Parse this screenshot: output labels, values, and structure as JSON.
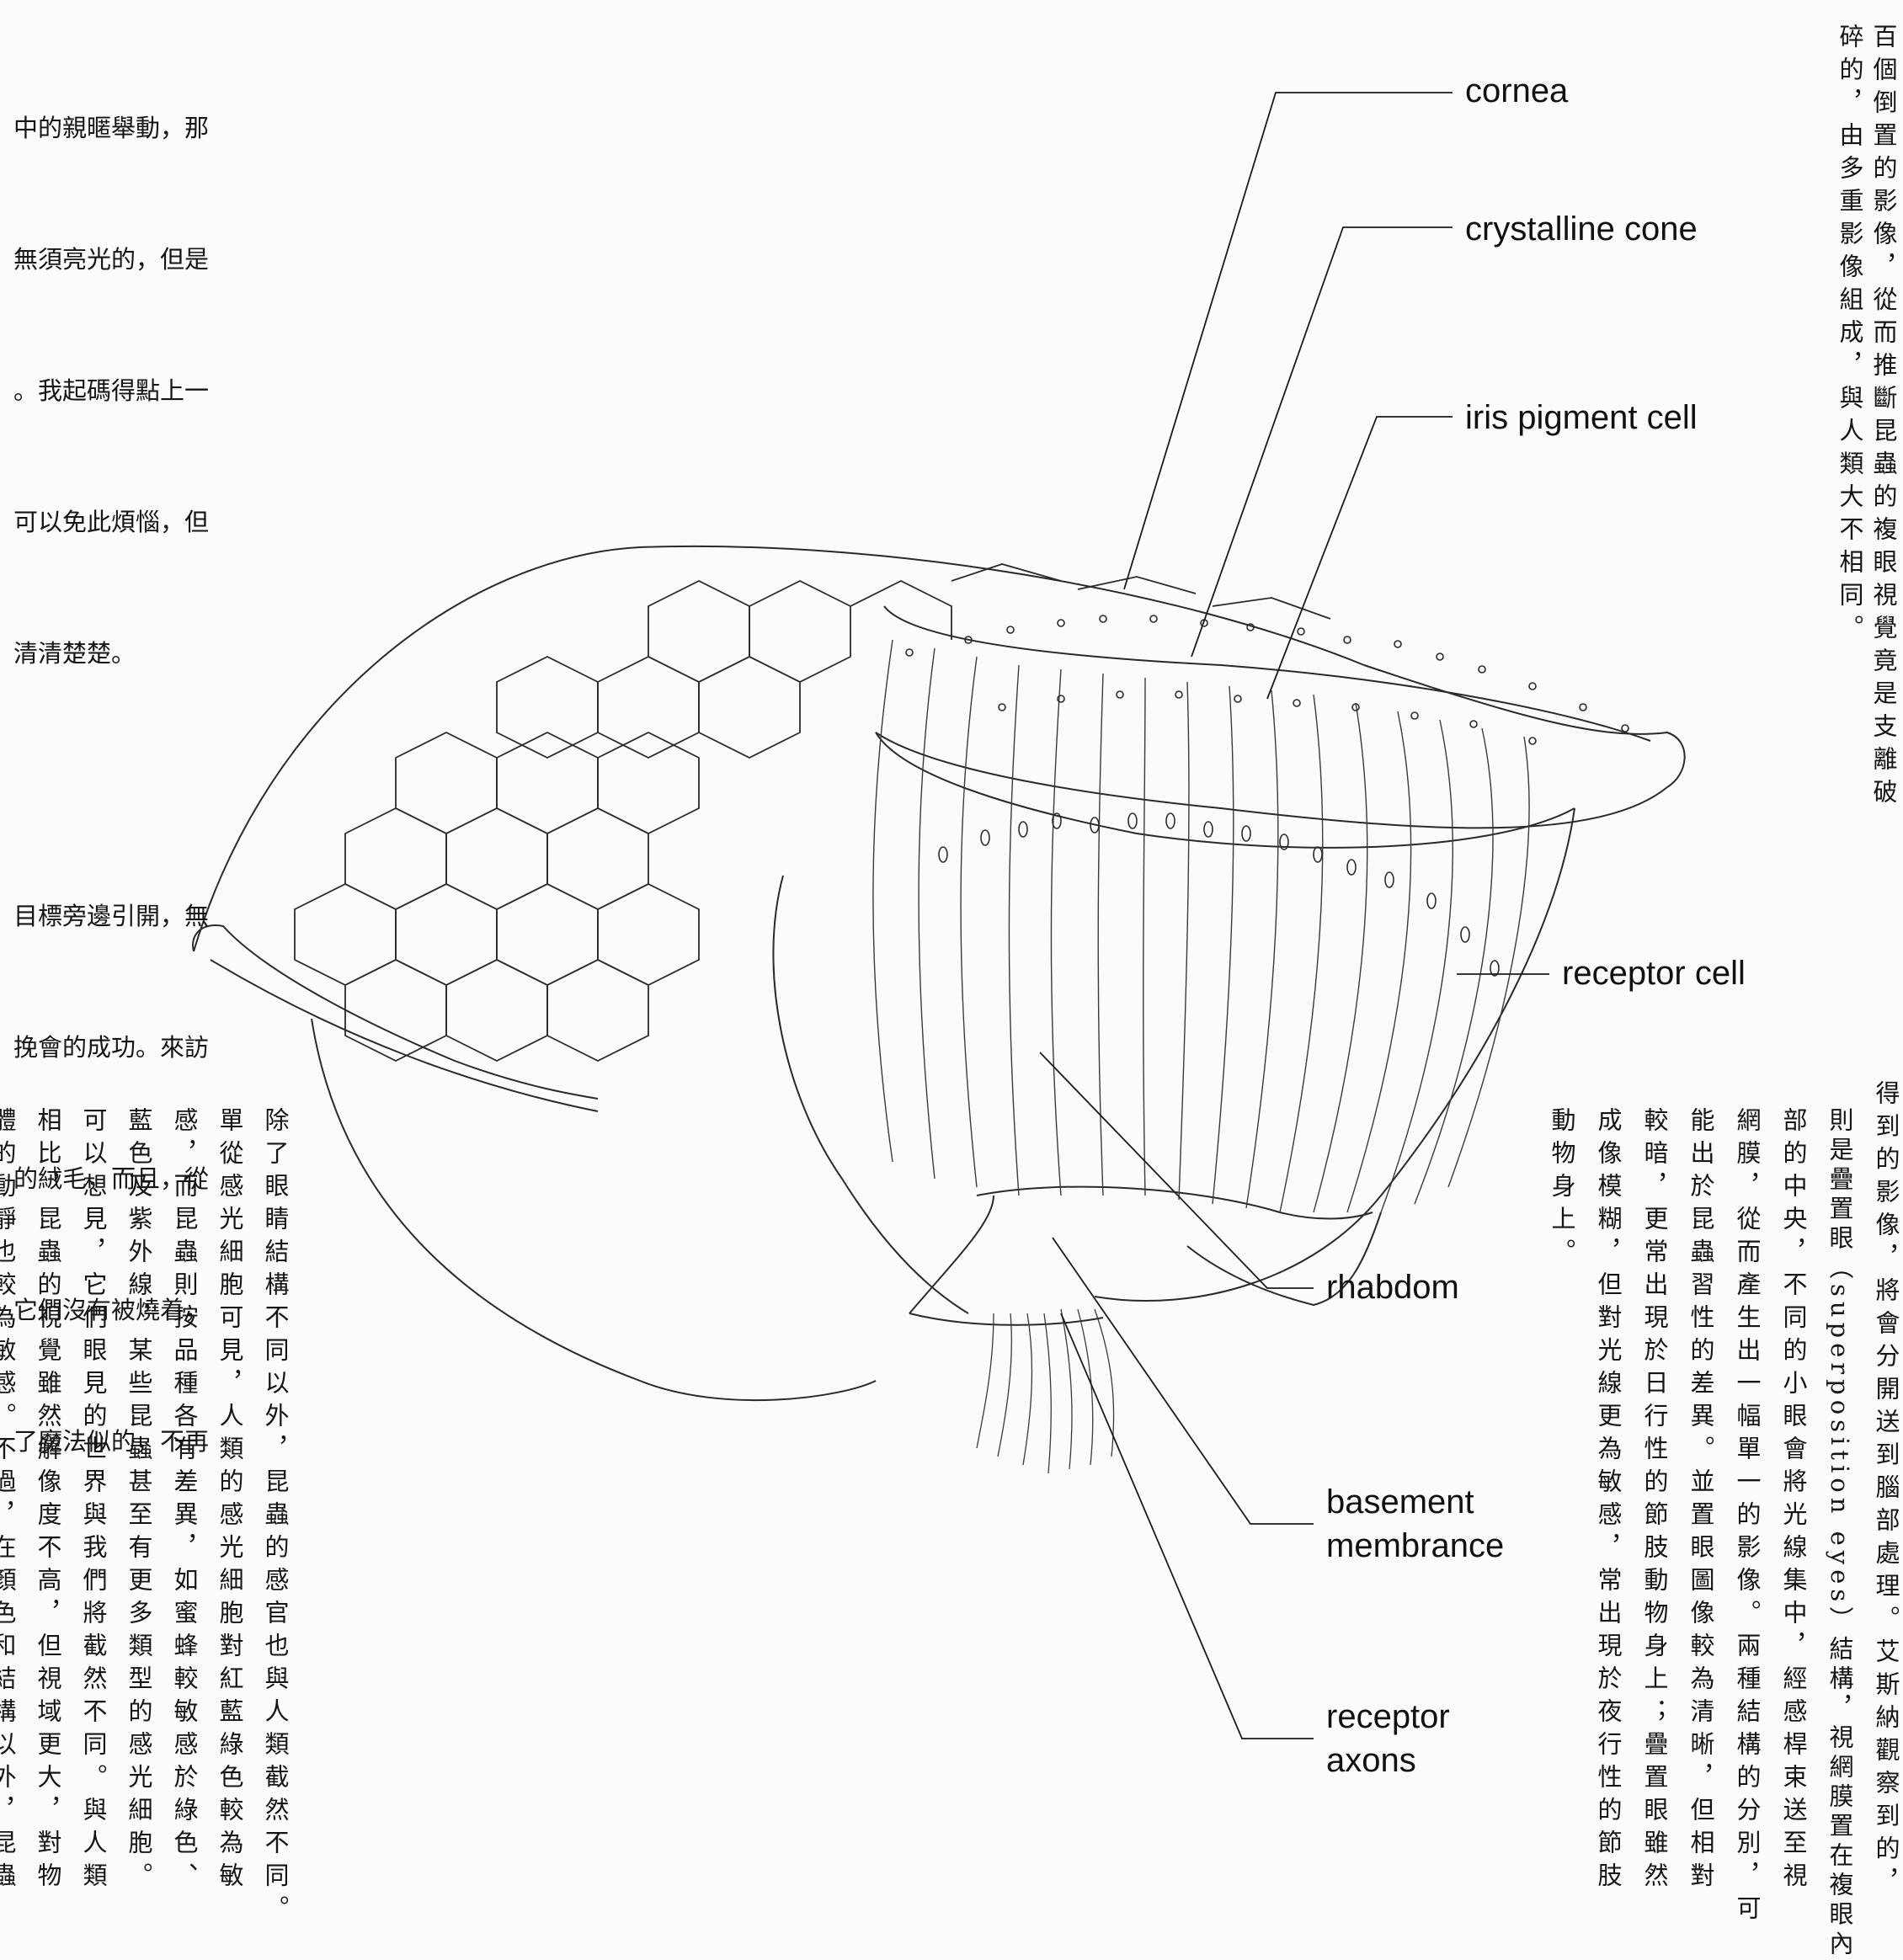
{
  "top_left_text": [
    "中的親暱舉動，那",
    "無須亮光的，但是",
    "。我起碼得點上一",
    "可以免此煩惱，但",
    "清清楚楚。",
    "",
    "目標旁邊引開，無",
    "挽會的成功。來訪",
    "的絨毛，而且，從",
    "它們沒有被燒着，",
    "了魔法似的，不再"
  ],
  "top_right_columns": [
    "百個倒置的影像，從而推斷昆蟲的複眼視覺竟是支離破",
    "碎的，由多重影像組成，與人類大不相同。"
  ],
  "bottom_left_columns": [
    "除了眼睛結構不同以外，昆蟲的感官也與人類截然不同。",
    "單從感光細胞可見，人類的感光細胞對紅藍綠色較為敏",
    "感，而昆蟲則按品種各有差異，如蜜蜂較敏感於綠色、",
    "藍色及紫外線，某些昆蟲甚至有更多類型的感光細胞。",
    "可以想見，它們眼見的世界與我們將截然不同。與人類",
    "相比，昆蟲的視覺雖然解像度不高，但視域更大，對物",
    "體的動靜也較為敏感。不過，在顏色和結構以外，昆蟲"
  ],
  "bottom_right_columns": [
    "得到的影像，將會分開送到腦部處理。艾斯納觀察到的，",
    "則是疊置眼（superposition eyes）結構，視網膜置在複眼內",
    "部的中央，不同的小眼會將光線集中，經感桿束送至視",
    "網膜，從而產生出一幅單一的影像。兩種結構的分別，可",
    "能出於昆蟲習性的差異。並置眼圖像較為清晰，但相對",
    "較暗，更常出現於日行性的節肢動物身上；疊置眼雖然",
    "成像模糊，但對光線更為敏感，常出現於夜行性的節肢",
    "動物身上。"
  ],
  "diagram": {
    "labels": {
      "cornea": "cornea",
      "crystalline_cone": "crystalline cone",
      "iris_pigment_cell": "iris pigment cell",
      "receptor_cell": "receptor cell",
      "rhabdom": "rhabdom",
      "basement_line1": "basement",
      "basement_line2": "membrance",
      "axons_line1": "receptor",
      "axons_line2": "axons"
    }
  },
  "colors": {
    "ink": "#151515",
    "paper": "#fbfbfb",
    "line": "#2a2a2a"
  }
}
